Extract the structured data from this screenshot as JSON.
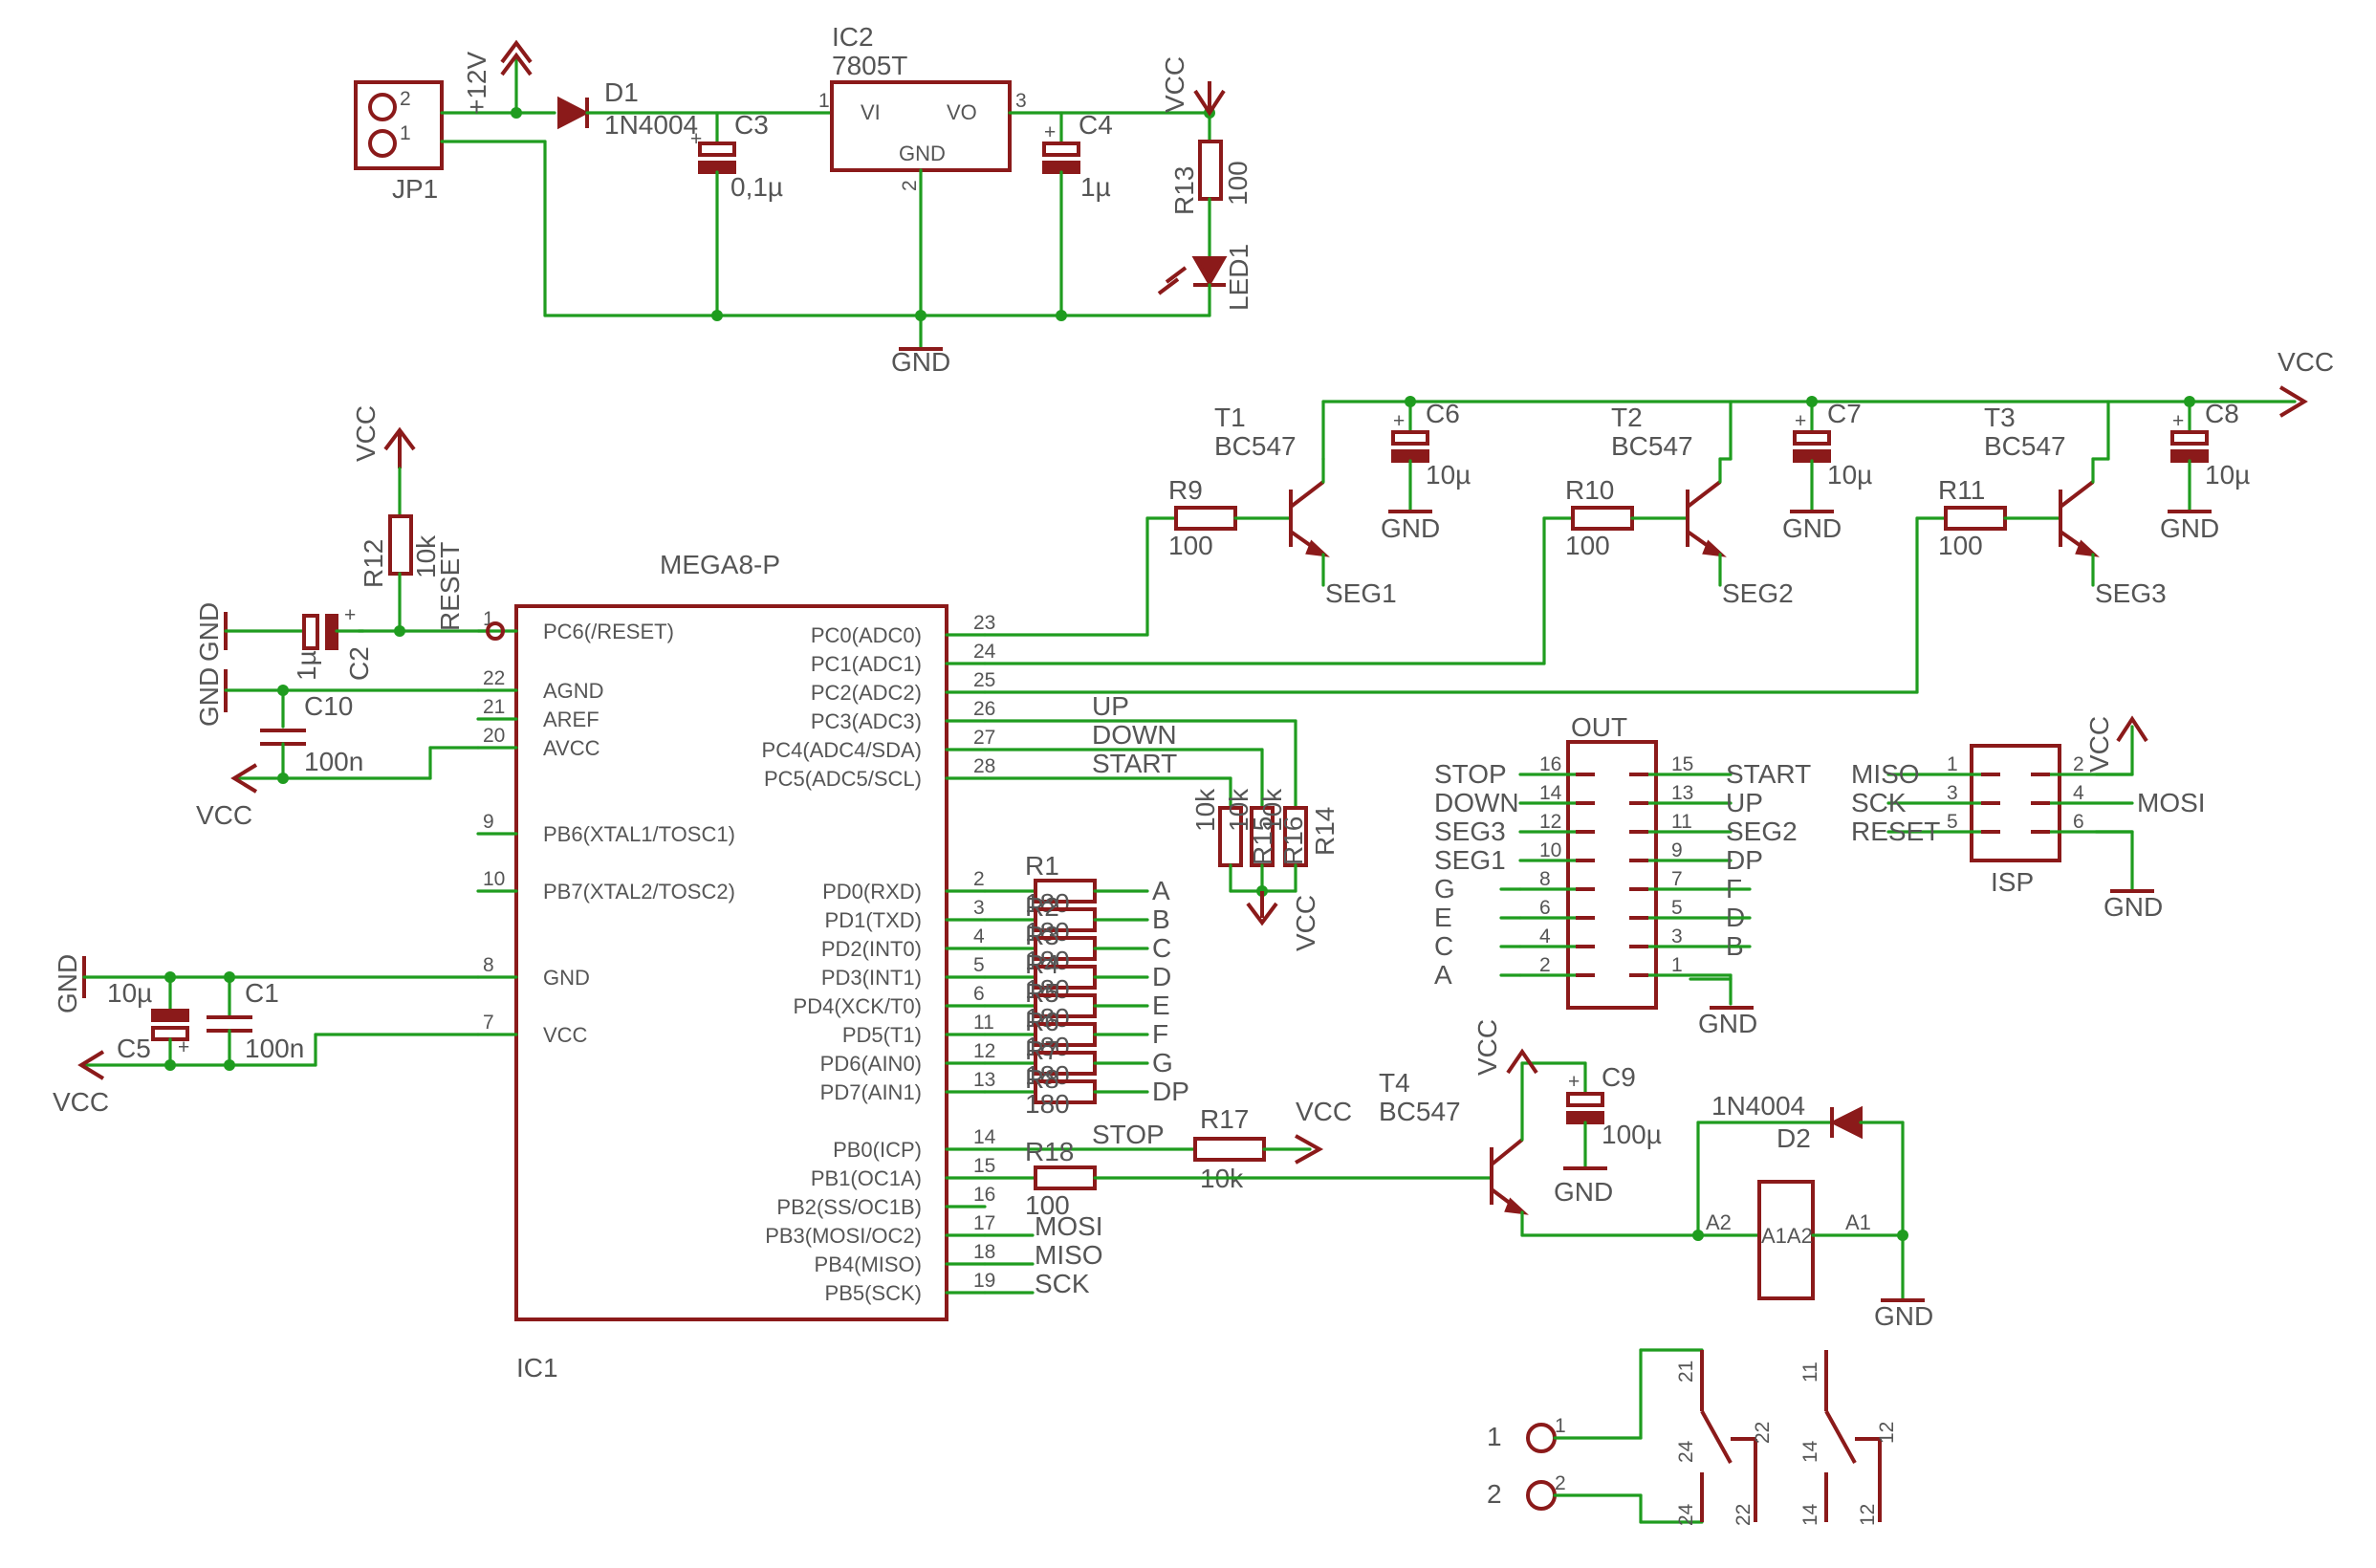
{
  "power": {
    "jp1": "JP1",
    "jp_pin2": "2",
    "jp_pin1": "1",
    "v12": "+12V",
    "d1": "D1",
    "d1_val": "1N4004",
    "c3": "C3",
    "c3_val": "0,1µ",
    "ic2": "IC2",
    "ic2_val": "7805T",
    "vi": "VI",
    "vo": "VO",
    "reg_gnd": "GND",
    "reg_p1": "1",
    "reg_p2": "2",
    "reg_p3": "3",
    "c4": "C4",
    "c4_val": "1µ",
    "vcc": "VCC",
    "r13": "R13",
    "r13_val": "100",
    "led1": "LED1",
    "gnd": "GND"
  },
  "transistors": {
    "vcc": "VCC",
    "gnd": "GND",
    "plus": "+",
    "items": [
      {
        "t": "T1",
        "tv": "BC547",
        "r": "R9",
        "rv": "100",
        "c": "C6",
        "cv": "10µ",
        "seg": "SEG1"
      },
      {
        "t": "T2",
        "tv": "BC547",
        "r": "R10",
        "rv": "100",
        "c": "C7",
        "cv": "10µ",
        "seg": "SEG2"
      },
      {
        "t": "T3",
        "tv": "BC547",
        "r": "R11",
        "rv": "100",
        "c": "C8",
        "cv": "10µ",
        "seg": "SEG3"
      }
    ]
  },
  "mcu": {
    "name": "MEGA8-P",
    "ref": "IC1",
    "left": [
      {
        "n": "1",
        "l": "PC6(/RESET)"
      },
      {
        "n": "22",
        "l": "AGND"
      },
      {
        "n": "21",
        "l": "AREF"
      },
      {
        "n": "20",
        "l": "AVCC"
      },
      {
        "n": "9",
        "l": "PB6(XTAL1/TOSC1)"
      },
      {
        "n": "10",
        "l": "PB7(XTAL2/TOSC2)"
      },
      {
        "n": "8",
        "l": "GND"
      },
      {
        "n": "7",
        "l": "VCC"
      }
    ],
    "right": [
      {
        "n": "23",
        "l": "PC0(ADC0)"
      },
      {
        "n": "24",
        "l": "PC1(ADC1)"
      },
      {
        "n": "25",
        "l": "PC2(ADC2)"
      },
      {
        "n": "26",
        "l": "PC3(ADC3)"
      },
      {
        "n": "27",
        "l": "PC4(ADC4/SDA)"
      },
      {
        "n": "28",
        "l": "PC5(ADC5/SCL)"
      },
      {
        "n": "2",
        "l": "PD0(RXD)"
      },
      {
        "n": "3",
        "l": "PD1(TXD)"
      },
      {
        "n": "4",
        "l": "PD2(INT0)"
      },
      {
        "n": "5",
        "l": "PD3(INT1)"
      },
      {
        "n": "6",
        "l": "PD4(XCK/T0)"
      },
      {
        "n": "11",
        "l": "PD5(T1)"
      },
      {
        "n": "12",
        "l": "PD6(AIN0)"
      },
      {
        "n": "13",
        "l": "PD7(AIN1)"
      },
      {
        "n": "14",
        "l": "PB0(ICP)"
      },
      {
        "n": "15",
        "l": "PB1(OC1A)"
      },
      {
        "n": "16",
        "l": "PB2(SS/OC1B)"
      },
      {
        "n": "17",
        "l": "PB3(MOSI/OC2)"
      },
      {
        "n": "18",
        "l": "PB4(MISO)"
      },
      {
        "n": "19",
        "l": "PB5(SCK)"
      }
    ]
  },
  "left_section": {
    "vcc": "VCC",
    "gnd": "GND",
    "r12": "R12",
    "r12_val": "10k",
    "reset": "RESET",
    "c2": "C2",
    "c2_val": "1µ",
    "c10": "C10",
    "c10_val": "100n",
    "c5": "C5",
    "c5_val": "10µ",
    "c1": "C1",
    "c1_val": "100n",
    "plus": "+"
  },
  "inputs": {
    "up": "UP",
    "down": "DOWN",
    "start": "START",
    "r_vals": [
      "10k",
      "10k",
      "10k"
    ],
    "r14": "R14",
    "r_mid": [
      "R15",
      "R16"
    ],
    "vcc": "VCC"
  },
  "segments": {
    "r1": "R1",
    "r_labels": [
      "R2",
      "R3",
      "R4",
      "R5",
      "R6",
      "R7",
      "R8"
    ],
    "val": "180",
    "out": [
      "A",
      "B",
      "C",
      "D",
      "E",
      "F",
      "G",
      "DP"
    ]
  },
  "portb": {
    "stop": "STOP",
    "r17": "R17",
    "r17_val": "10k",
    "vcc": "VCC",
    "r18": "R18",
    "r18_val": "100",
    "mosi": "MOSI",
    "miso": "MISO",
    "sck": "SCK"
  },
  "out_conn": {
    "title": "OUT",
    "left": [
      {
        "l": "STOP",
        "n": "16"
      },
      {
        "l": "DOWN",
        "n": "14"
      },
      {
        "l": "SEG3",
        "n": "12"
      },
      {
        "l": "SEG1",
        "n": "10"
      },
      {
        "l": "G",
        "n": "8"
      },
      {
        "l": "E",
        "n": "6"
      },
      {
        "l": "C",
        "n": "4"
      },
      {
        "l": "A",
        "n": "2"
      }
    ],
    "right": [
      {
        "l": "START",
        "n": "15"
      },
      {
        "l": "UP",
        "n": "13"
      },
      {
        "l": "SEG2",
        "n": "11"
      },
      {
        "l": "DP",
        "n": "9"
      },
      {
        "l": "F",
        "n": "7"
      },
      {
        "l": "D",
        "n": "5"
      },
      {
        "l": "B",
        "n": "3"
      },
      {
        "l": "",
        "n": "1"
      }
    ],
    "gnd": "GND"
  },
  "isp": {
    "title": "ISP",
    "vcc": "VCC",
    "gnd": "GND",
    "left": [
      {
        "l": "MISO",
        "n": "1"
      },
      {
        "l": "SCK",
        "n": "3"
      },
      {
        "l": "RESET",
        "n": "5"
      }
    ],
    "right": [
      {
        "l": "",
        "n": "2"
      },
      {
        "l": "MOSI",
        "n": "4"
      },
      {
        "l": "",
        "n": "6"
      }
    ]
  },
  "relay": {
    "vcc": "VCC",
    "t4": "T4",
    "t4_val": "BC547",
    "c9": "C9",
    "c9_val": "100µ",
    "gnd": "GND",
    "d2_val": "1N4004",
    "d2": "D2",
    "a2": "A2",
    "a1": "A1",
    "coil": "A1A2",
    "plus": "+",
    "terms": [
      "1",
      "2"
    ],
    "term_pins": [
      "1",
      "2"
    ],
    "contacts1": [
      "21",
      "24",
      "22",
      "24",
      "22"
    ],
    "contacts2": [
      "11",
      "14",
      "12",
      "14",
      "12"
    ]
  }
}
